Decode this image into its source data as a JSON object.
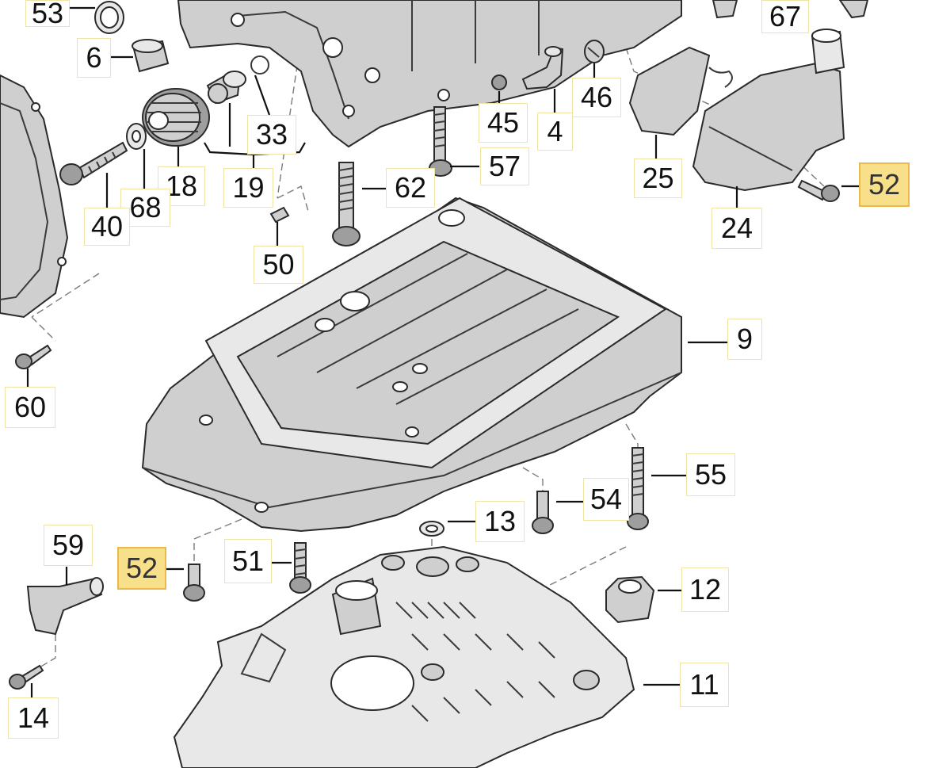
{
  "callouts": [
    {
      "id": "53",
      "label": "53",
      "highlight": false
    },
    {
      "id": "6",
      "label": "6",
      "highlight": false
    },
    {
      "id": "33",
      "label": "33",
      "highlight": false
    },
    {
      "id": "18",
      "label": "18",
      "highlight": false
    },
    {
      "id": "19",
      "label": "19",
      "highlight": false
    },
    {
      "id": "68",
      "label": "68",
      "highlight": false
    },
    {
      "id": "40",
      "label": "40",
      "highlight": false
    },
    {
      "id": "50",
      "label": "50",
      "highlight": false
    },
    {
      "id": "62",
      "label": "62",
      "highlight": false
    },
    {
      "id": "57",
      "label": "57",
      "highlight": false
    },
    {
      "id": "45",
      "label": "45",
      "highlight": false
    },
    {
      "id": "4",
      "label": "4",
      "highlight": false
    },
    {
      "id": "46",
      "label": "46",
      "highlight": false
    },
    {
      "id": "67",
      "label": "67",
      "highlight": false
    },
    {
      "id": "25",
      "label": "25",
      "highlight": false
    },
    {
      "id": "24",
      "label": "24",
      "highlight": false
    },
    {
      "id": "52-top",
      "label": "52",
      "highlight": true
    },
    {
      "id": "9",
      "label": "9",
      "highlight": false
    },
    {
      "id": "60",
      "label": "60",
      "highlight": false
    },
    {
      "id": "55",
      "label": "55",
      "highlight": false
    },
    {
      "id": "54",
      "label": "54",
      "highlight": false
    },
    {
      "id": "13",
      "label": "13",
      "highlight": false
    },
    {
      "id": "59",
      "label": "59",
      "highlight": false
    },
    {
      "id": "52-bottom",
      "label": "52",
      "highlight": true
    },
    {
      "id": "51",
      "label": "51",
      "highlight": false
    },
    {
      "id": "12",
      "label": "12",
      "highlight": false
    },
    {
      "id": "11",
      "label": "11",
      "highlight": false
    },
    {
      "id": "14",
      "label": "14",
      "highlight": false
    }
  ],
  "colors": {
    "background": "#ffffff",
    "callout_border": "#f0e3a6",
    "highlight_fill": "#f8df8a",
    "highlight_border": "#e9b949",
    "part_fill": "#cfcfcf",
    "line": "#111111"
  }
}
